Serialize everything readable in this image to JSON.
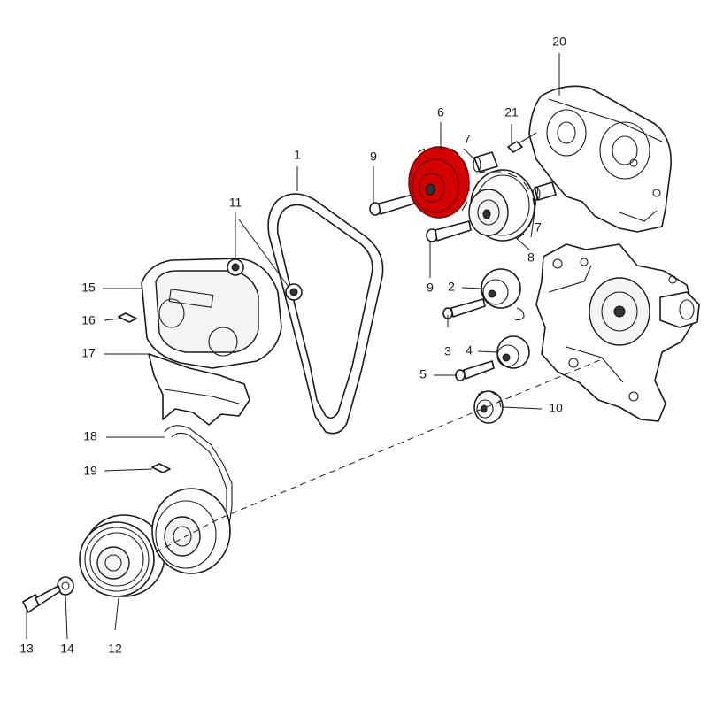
{
  "diagram": {
    "highlight_color": "#d40000",
    "highlighted_part": "6",
    "callouts": [
      "1",
      "2",
      "3",
      "4",
      "5",
      "6",
      "7",
      "7",
      "8",
      "9",
      "9",
      "10",
      "11",
      "12",
      "13",
      "14",
      "15",
      "16",
      "17",
      "18",
      "19",
      "20",
      "21"
    ]
  }
}
